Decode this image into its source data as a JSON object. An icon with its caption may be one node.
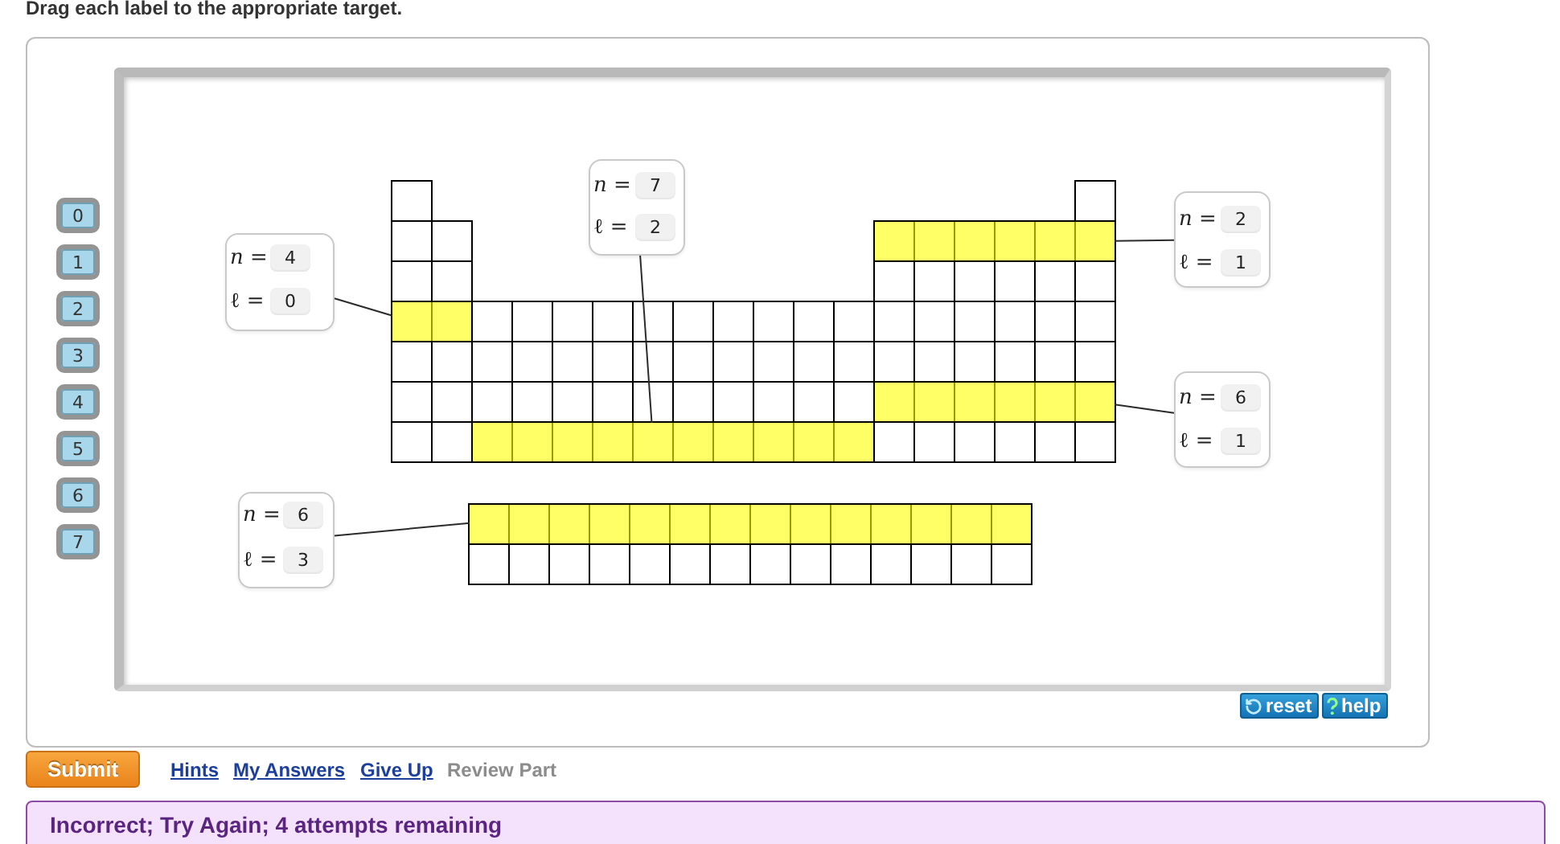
{
  "diagram": {
    "title": "Drag each label to the appropriate target.",
    "nodes": [
      {
        "text": [
          "0"
        ]
      },
      {
        "text": [
          "1"
        ]
      },
      {
        "text": [
          "2"
        ]
      },
      {
        "text": [
          "3"
        ]
      },
      {
        "text": [
          "4"
        ]
      },
      {
        "text": [
          "5"
        ]
      },
      {
        "text": [
          "6"
        ]
      },
      {
        "text": [
          "7"
        ]
      },
      {
        "text": [
          "*n* =",
          "ℓ ="
        ]
      },
      {
        "text": [
          "7"
        ],
        "in": 8
      },
      {
        "text": [
          "2"
        ],
        "in": 8
      },
      {
        "text": [
          "*n* =",
          "ℓ ="
        ]
      },
      {
        "text": [
          "2"
        ],
        "in": 11
      },
      {
        "text": [
          "1"
        ],
        "in": 11
      },
      {
        "text": [
          "*n* =",
          "ℓ ="
        ]
      },
      {
        "text": [
          "4"
        ],
        "in": 14
      },
      {
        "text": [
          "0"
        ],
        "in": 14
      },
      {
        "text": [
          "*n* =",
          "ℓ ="
        ]
      },
      {
        "text": [
          "6"
        ],
        "in": 17
      },
      {
        "text": [
          "1"
        ],
        "in": 17
      },
      {
        "text": [
          "*n* =",
          "ℓ ="
        ]
      },
      {
        "text": [
          "6"
        ],
        "in": 20
      },
      {
        "text": [
          "3"
        ],
        "in": 20
      },
      {
        "text": [],
        "shape": "bar"
      },
      {
        "text": [],
        "shape": "bar"
      },
      {
        "text": [],
        "shape": "bar"
      },
      {
        "text": [],
        "shape": "bar"
      },
      {
        "text": [],
        "shape": "bar"
      }
    ],
    "edges": [
      {
        "from": 8,
        "to": 26,
        "arrow": "none"
      },
      {
        "from": 11,
        "to": 23,
        "arrow": "none"
      },
      {
        "from": 14,
        "to": 24,
        "arrow": "none"
      },
      {
        "from": 17,
        "to": 25,
        "arrow": "none"
      },
      {
        "from": 20,
        "to": 27,
        "arrow": "none"
      }
    ],
    "labels": [
      "reset",
      "help",
      "Submit",
      "Hints",
      "My Answers",
      "Give Up",
      "Review Part",
      "Incorrect; Try Again; 4 attempts remaining"
    ]
  }
}
